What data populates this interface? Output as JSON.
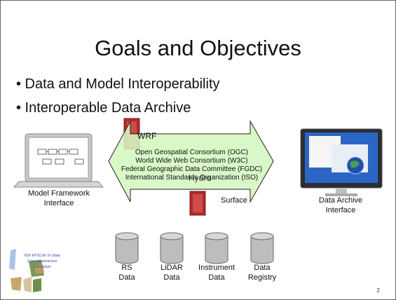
{
  "slide": {
    "title": "Goals and Objectives",
    "bullets": [
      "• Data and Model Interoperability",
      "• Interoperable Data Archive"
    ],
    "page_number": "2"
  },
  "diagram": {
    "arrow_color": "#d4f7c0",
    "arrow_text": [
      "Open Geospatial Consortium (OGC)",
      "World Wide Web Consortium (W3C)",
      "Federal Geographic Data Committee (FGDC)",
      "International Standards Organization (ISO)"
    ],
    "server_labels": {
      "top": "WRF",
      "middle": "Hydro",
      "bottom": "Surface"
    },
    "left_label": [
      "Model Framework",
      "Interface"
    ],
    "right_label": [
      "Data Archive",
      "Interface"
    ],
    "databases": [
      {
        "line1": "RS",
        "line2": "Data"
      },
      {
        "line1": "LiDAR",
        "line2": "Data"
      },
      {
        "line1": "Instrument",
        "line2": "Data"
      },
      {
        "line1": "Data",
        "line2": "Registry"
      }
    ]
  },
  "logo": {
    "lines": [
      "NSF EPSCoR Tri-State",
      "CyberInfrastructure",
      "Consortium"
    ]
  }
}
